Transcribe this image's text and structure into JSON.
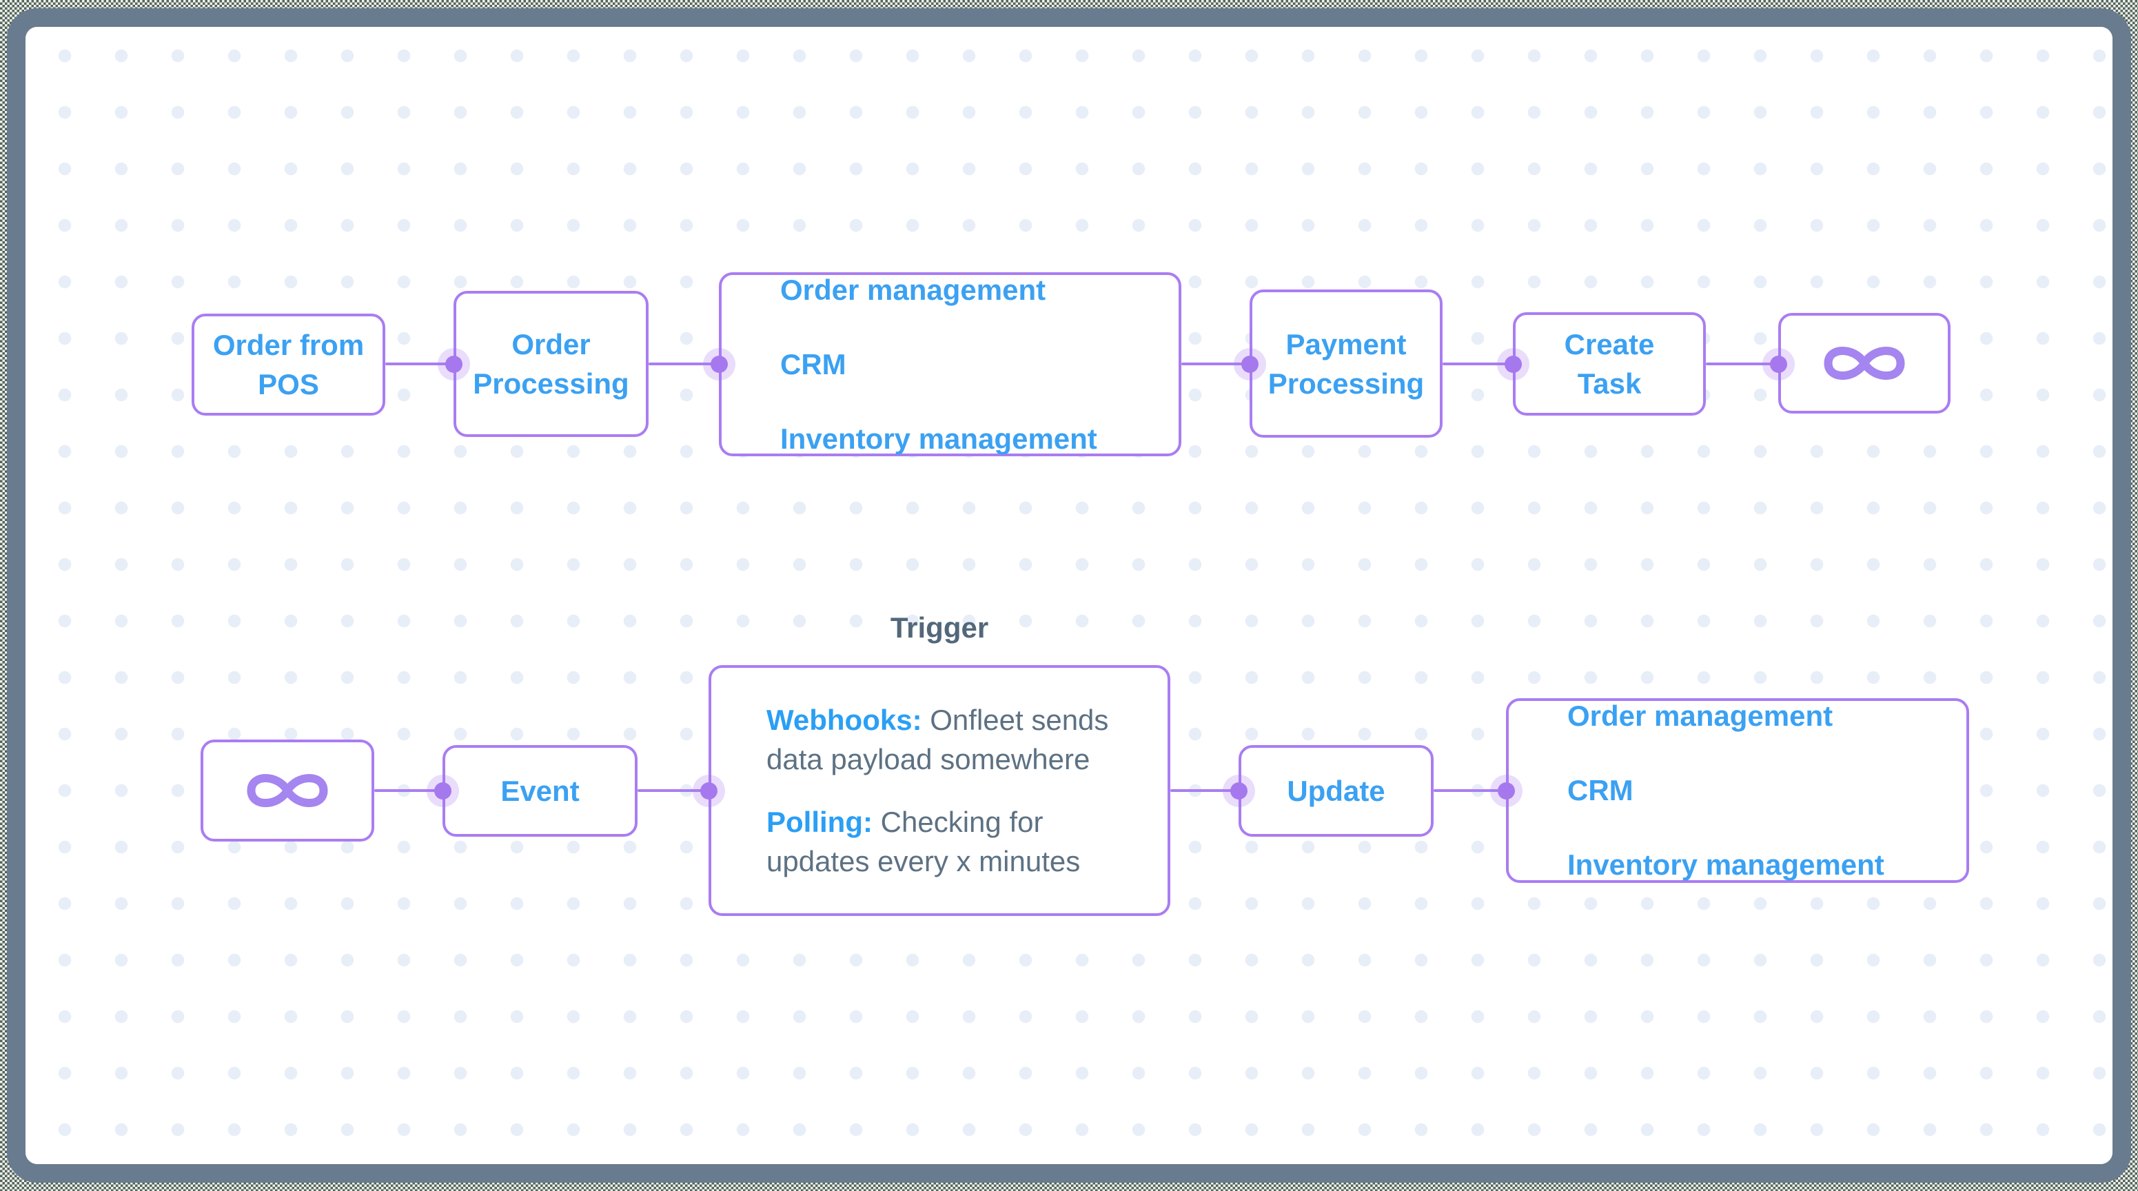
{
  "colors": {
    "node_border_purple": "#a97df2",
    "accent_blue": "#3ba1f2",
    "port_purple": "#a678ee",
    "infinity_purple": "#a585ef",
    "slate_text": "#5d7183",
    "trigger_label_slate": "#52687a",
    "frame_slate": "#697b8e",
    "grid_dot": "#e7eef7"
  },
  "icons": {
    "infinity_icon": "onfleet-infinity"
  },
  "row1": {
    "node_order_from_pos": "Order from POS",
    "node_order_processing": "Order Processing",
    "targets": {
      "item1": "Order management",
      "item2": "CRM",
      "item3": "Inventory management"
    },
    "node_payment_processing": "Payment Processing",
    "node_create_task": "Create Task"
  },
  "row2": {
    "trigger_label": "Trigger",
    "node_event": "Event",
    "trigger": {
      "webhooks_term": "Webhooks:",
      "webhooks_desc": "Onfleet sends data payload somewhere",
      "polling_term": "Polling:",
      "polling_desc": "Checking for updates every x minutes"
    },
    "node_update": "Update",
    "targets": {
      "item1": "Order management",
      "item2": "CRM",
      "item3": "Inventory management"
    }
  }
}
